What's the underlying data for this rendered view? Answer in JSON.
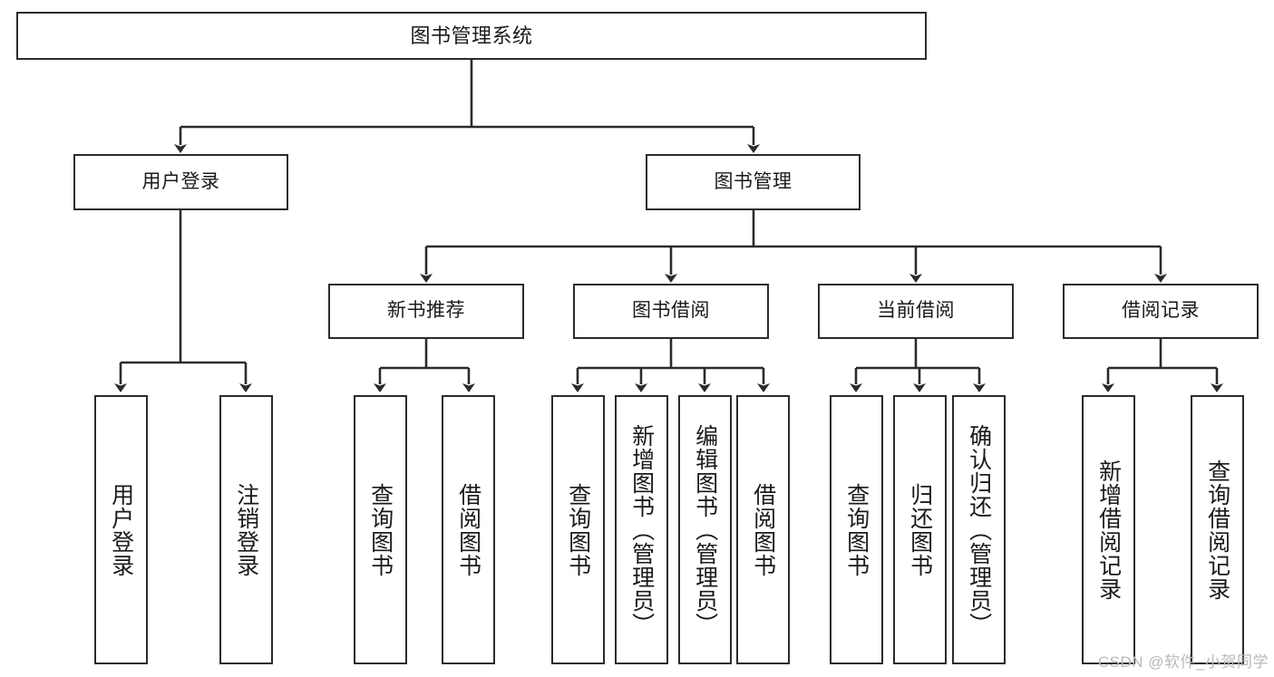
{
  "diagram": {
    "title": "图书管理系统",
    "watermark": "CSDN @软件_小贺同学",
    "line_color": "#2b2b2b",
    "box_fill": "#ffffff",
    "text_color": "#1a1a1a",
    "background": "#ffffff"
  },
  "nodes": {
    "root": {
      "label": "图书管理系统"
    },
    "level2": [
      {
        "label": "用户登录"
      },
      {
        "label": "图书管理"
      }
    ],
    "level3": [
      {
        "label": "新书推荐"
      },
      {
        "label": "图书借阅"
      },
      {
        "label": "当前借阅"
      },
      {
        "label": "借阅记录"
      }
    ],
    "leaves": {
      "user_login": [
        {
          "label": "用户登录"
        },
        {
          "label": "注销登录"
        }
      ],
      "new_book": [
        {
          "label": "查询图书"
        },
        {
          "label": "借阅图书"
        }
      ],
      "borrow": [
        {
          "label": "查询图书"
        },
        {
          "label": "新增图书（管理员）"
        },
        {
          "label": "编辑图书（管理员）"
        },
        {
          "label": "借阅图书"
        }
      ],
      "current": [
        {
          "label": "查询图书"
        },
        {
          "label": "归还图书"
        },
        {
          "label": "确认归还（管理员）"
        }
      ],
      "records": [
        {
          "label": "新增借阅记录"
        },
        {
          "label": "查询借阅记录"
        }
      ]
    }
  }
}
